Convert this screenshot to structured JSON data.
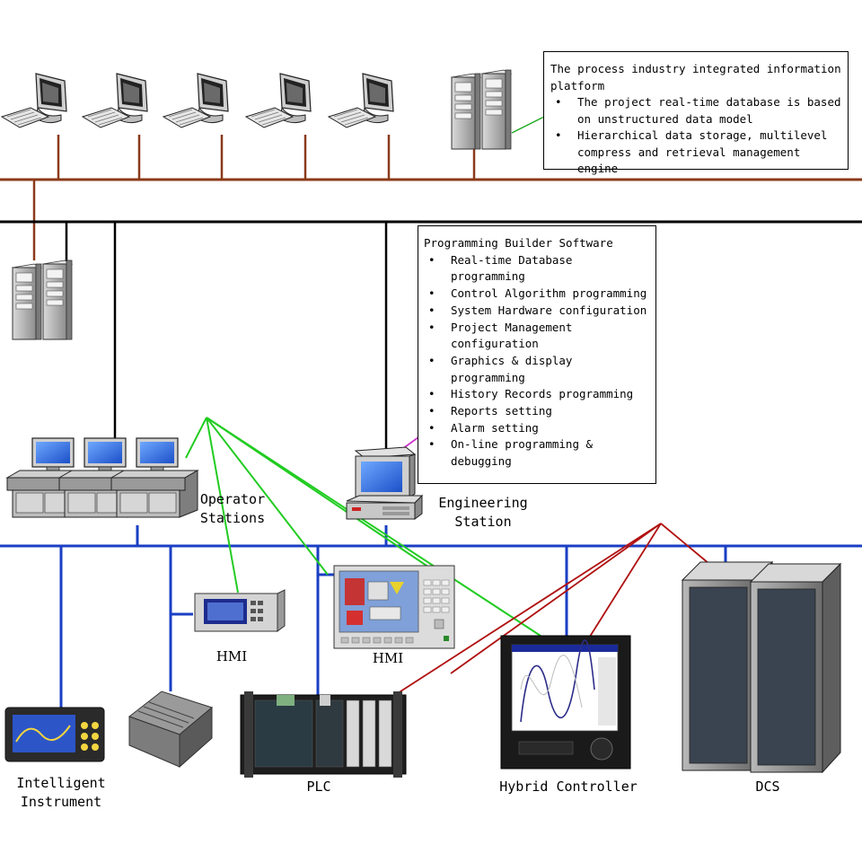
{
  "platform_box": {
    "title": "The process industry integrated information platform",
    "bullets": [
      "The project real-time database is based on unstructured data model",
      "Hierarchical data storage, multilevel compress and retrieval management engine"
    ]
  },
  "builder_box": {
    "title": "Programming Builder Software",
    "bullets": [
      "Real-time Database programming",
      "Control Algorithm programming",
      "System Hardware configuration",
      "Project Management configuration",
      "Graphics & display programming",
      "History Records programming",
      "Reports setting",
      "Alarm setting",
      "On-line programming & debugging"
    ]
  },
  "labels": {
    "operator_stations": "Operator\nStations",
    "engineering_station": "Engineering\nStation",
    "hmi_small": "HMI",
    "hmi_panel": "HMI",
    "intelligent_instrument": "Intelligent\nInstrument",
    "plc": "PLC",
    "hybrid_controller": "Hybrid Controller",
    "dcs": "DCS"
  },
  "colors": {
    "info_network": "#8b3a1a",
    "control_network": "#000000",
    "field_bus": "#1a3fc4",
    "software_link": "#22cc22",
    "hardware_link": "#b01010",
    "engineering_link": "#cc33cc"
  },
  "icons": [
    "monitor-keyboard-icon",
    "server-rack-icon",
    "operator-console-icon",
    "engineering-pc-icon",
    "hmi-panel-icon",
    "plc-rack-icon",
    "recorder-icon",
    "dcs-cabinet-icon",
    "instrument-icon",
    "io-module-icon"
  ]
}
